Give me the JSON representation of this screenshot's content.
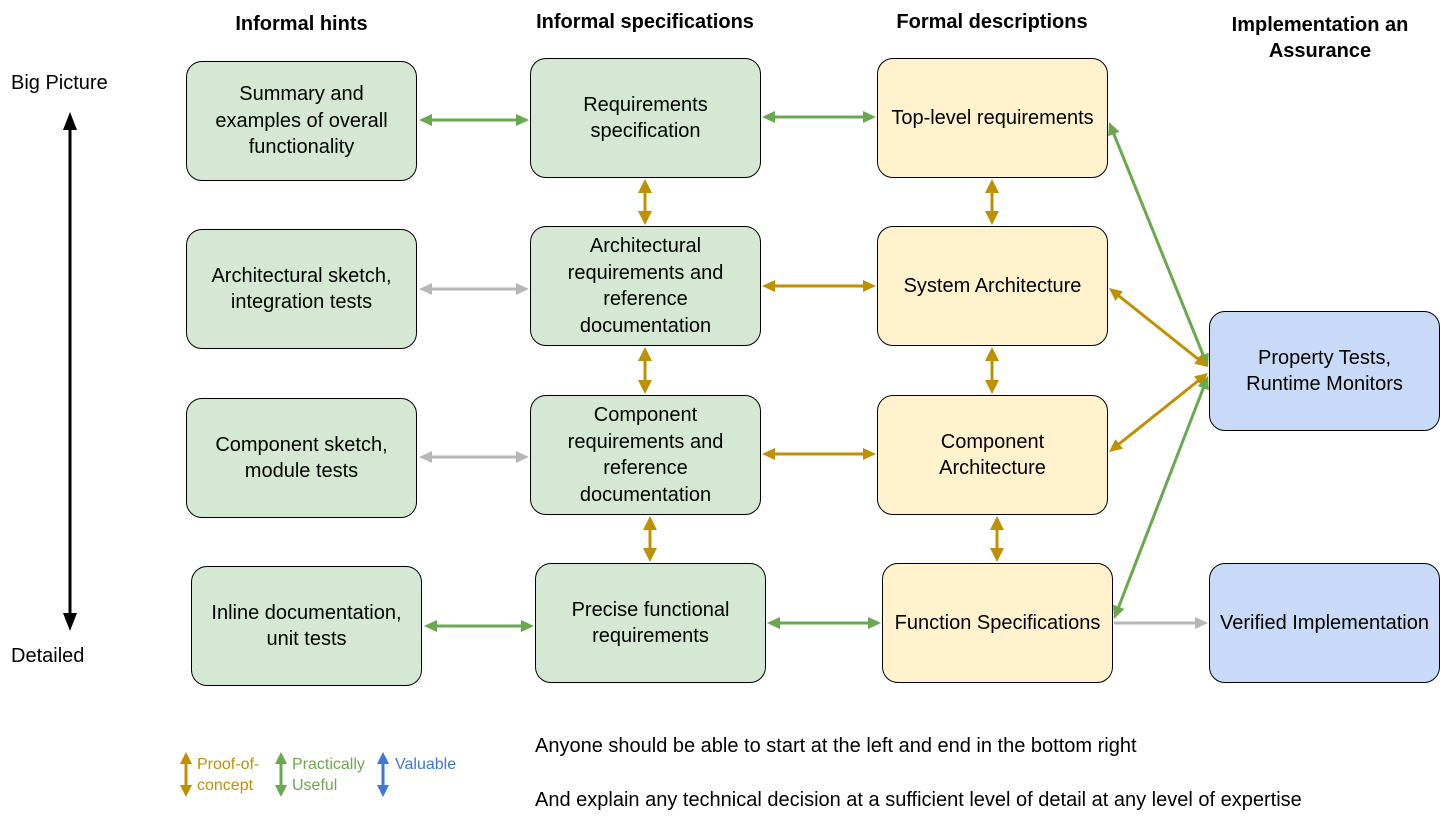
{
  "columns": {
    "informal_hints": "Informal hints",
    "informal_specs": "Informal specifications",
    "formal_desc": "Formal descriptions",
    "impl_line1": "Implementation an",
    "impl_line2": "Assurance"
  },
  "axis": {
    "top": "Big Picture",
    "bottom": "Detailed"
  },
  "boxes": {
    "summary": "Summary and examples of overall functionality",
    "req_spec": "Requirements specification",
    "top_level": "Top-level requirements",
    "arch_sketch": "Architectural sketch, integration tests",
    "arch_req": "Architectural requirements and reference documentation",
    "sys_arch": "System Architecture",
    "comp_sketch": "Component sketch, module tests",
    "comp_req": "Component requirements and reference documentation",
    "comp_arch": "Component Architecture",
    "inline_doc": "Inline documentation, unit tests",
    "precise": "Precise functional requirements",
    "func_spec": "Function Specifications",
    "prop_tests": "Property Tests, Runtime Monitors",
    "verified": "Verified Implementation"
  },
  "legend": {
    "poc_line1": "Proof-of-",
    "poc_line2": "concept",
    "useful_line1": "Practically",
    "useful_line2": "Useful",
    "valuable": "Valuable"
  },
  "notes": {
    "line1": "Anyone should be able to start at the left and end in the bottom right",
    "line2": "And explain any technical decision at a sufficient level of detail at any level of expertise"
  },
  "colors": {
    "gold": "#bf9000",
    "green": "#6aa84f",
    "gray": "#b7b7b7",
    "blue": "#3c78d8",
    "black": "#000000",
    "box_green": "#d5e8d4",
    "box_yellow": "#fff2cc",
    "box_blue": "#c9daf8"
  }
}
